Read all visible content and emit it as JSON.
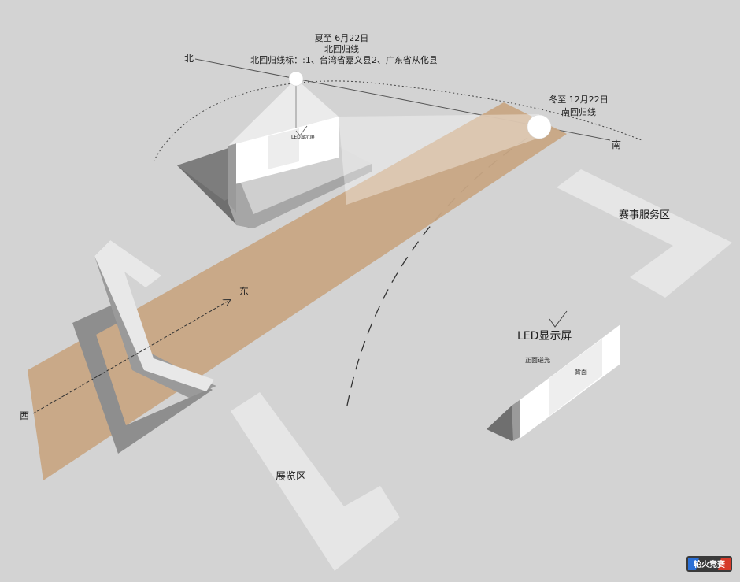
{
  "summer": {
    "title": "夏至 6月22日",
    "line": "北回归线",
    "note": "北回归线标：:1、台湾省嘉义县2、广东省从化县"
  },
  "winter": {
    "title": "冬至 12月22日",
    "line": "南回归线"
  },
  "directions": {
    "north": "北",
    "south": "南",
    "east": "东",
    "west": "西"
  },
  "zones": {
    "service": "赛事服务区",
    "exhibit": "展览区"
  },
  "led": {
    "title": "LED显示屏",
    "front": "正面逆光",
    "back": "背面",
    "small_sign": "LED显示屏"
  },
  "logo": {
    "text": "轮火竞赛"
  },
  "colors": {
    "background": "#d3d3d3",
    "sun_band": "#c8a784",
    "zone_fill": "#e6e6e6",
    "wall_white": "#ffffff",
    "wall_shadow": "#8a8a8a"
  }
}
